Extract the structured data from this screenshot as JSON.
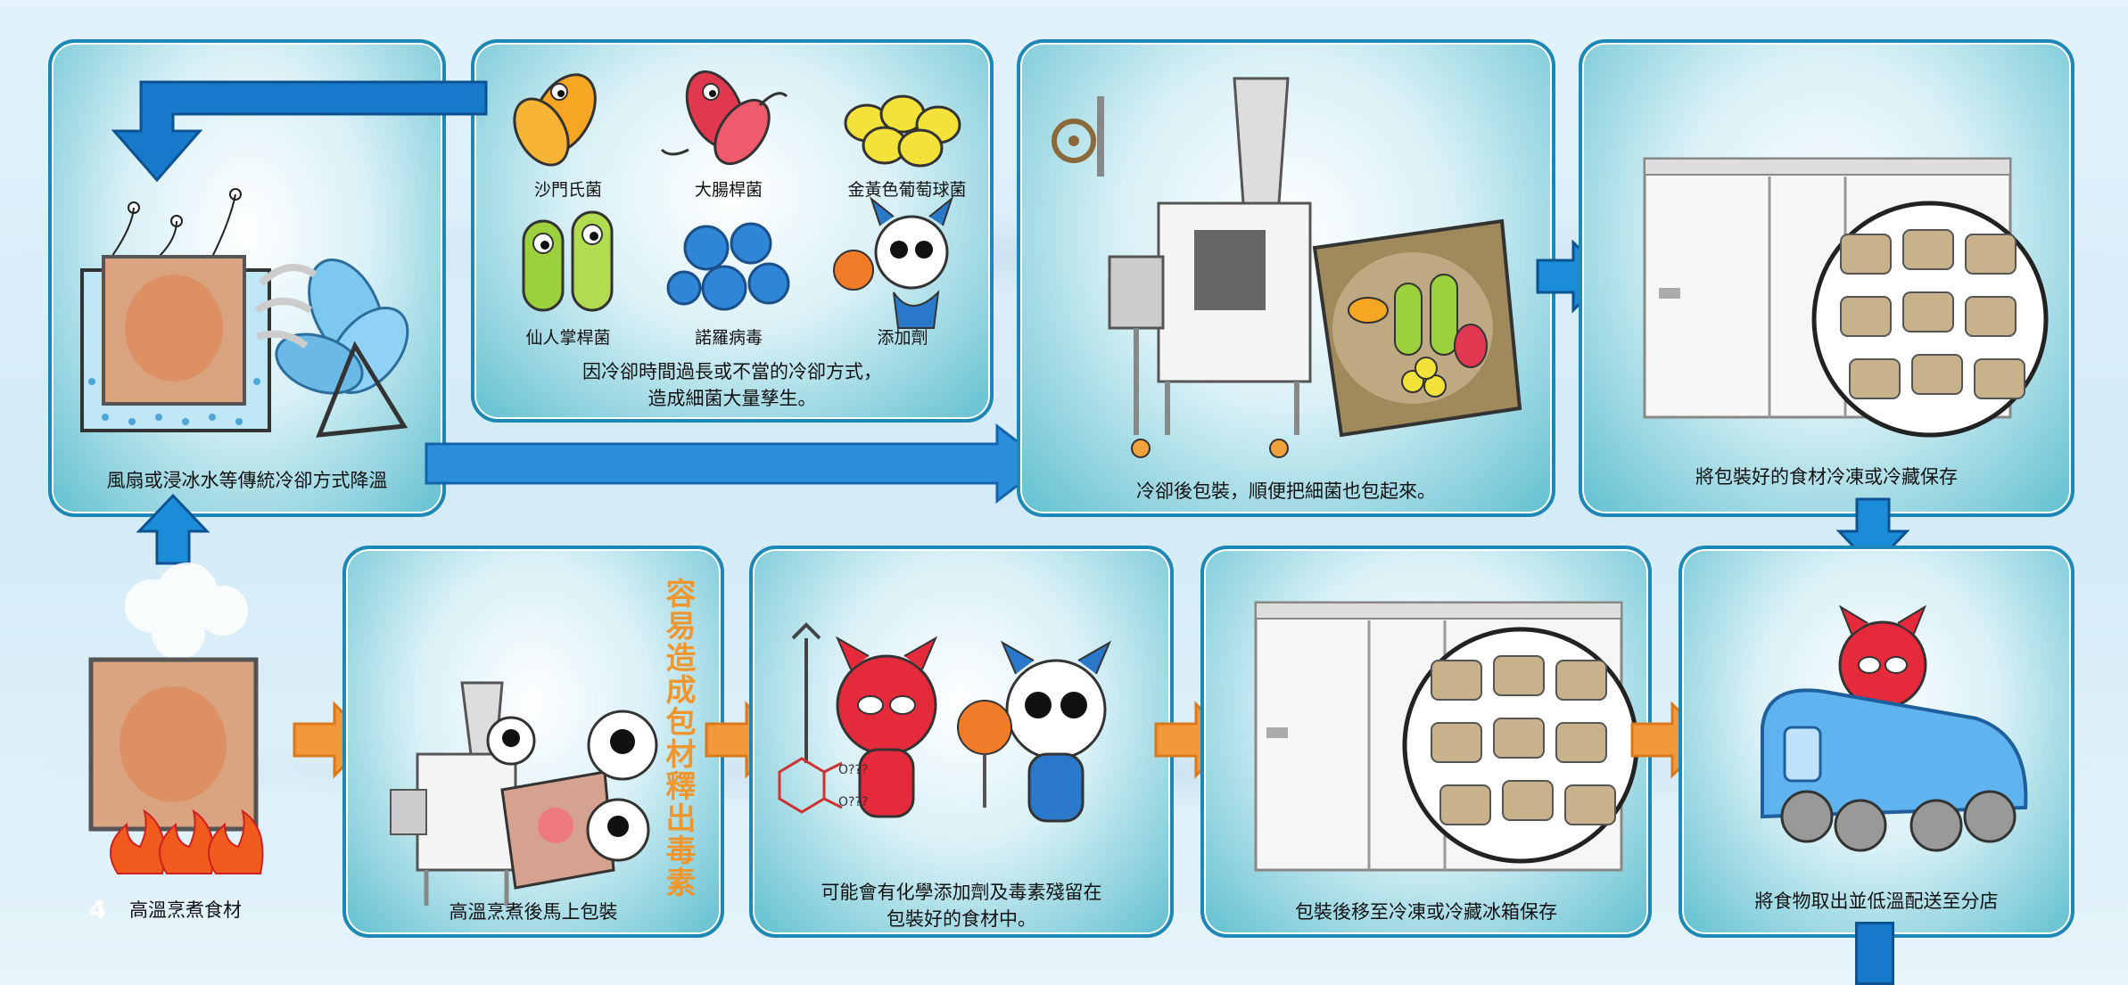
{
  "colors": {
    "panel_border": "#1d87b5",
    "blue_arrow": "#1679c9",
    "orange_arrow": "#f29a3b",
    "vertical_text": "#f0962e"
  },
  "panel1": {
    "caption": "風扇或浸冰水等傳統冷卻方式降溫"
  },
  "panel2": {
    "bacteria": [
      "沙門氏菌",
      "大腸桿菌",
      "金黃色葡萄球菌",
      "仙人掌桿菌",
      "諾羅病毒",
      "添加劑"
    ],
    "caption_line1": "因冷卻時間過長或不當的冷卻方式，",
    "caption_line2": "造成細菌大量孳生。"
  },
  "panel3": {
    "caption": "冷卻後包裝，順便把細菌也包起來。"
  },
  "panel4": {
    "caption": "將包裝好的食材冷凍或冷藏保存"
  },
  "start": {
    "caption": "高溫烹煮食材",
    "page_number": "4"
  },
  "panel5": {
    "caption": "高溫烹煮後馬上包裝"
  },
  "vertical_warning": "容易造成包材釋出毒素",
  "panel6": {
    "caption_line1": "可能會有化學添加劑及毒素殘留在",
    "caption_line2": "包裝好的食材中。",
    "chem_label1": "O???",
    "chem_label2": "O???"
  },
  "panel7": {
    "caption": "包裝後移至冷凍或冷藏冰箱保存"
  },
  "panel8": {
    "caption": "將食物取出並低溫配送至分店"
  }
}
